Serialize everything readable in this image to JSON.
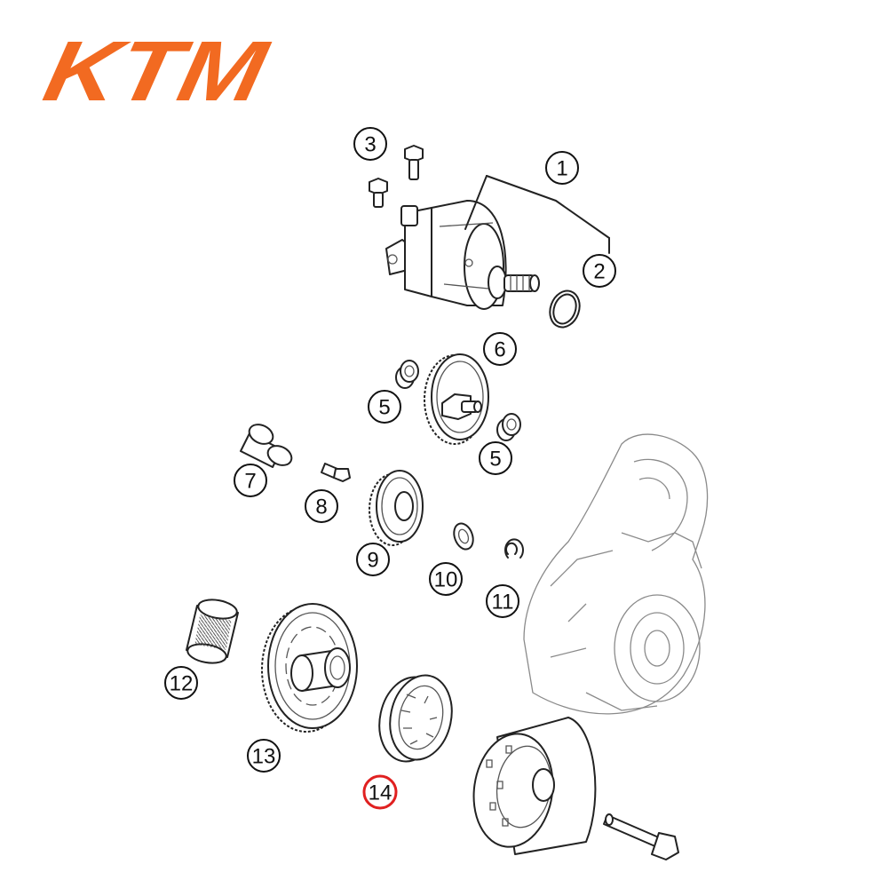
{
  "brand": {
    "logo_text": "KTM",
    "logo_color": "#F26A21"
  },
  "highlight_color": "#E02020",
  "callouts": [
    {
      "id": "1",
      "label": "1",
      "highlighted": false
    },
    {
      "id": "2",
      "label": "2",
      "highlighted": false
    },
    {
      "id": "3",
      "label": "3",
      "highlighted": false
    },
    {
      "id": "5a",
      "label": "5",
      "highlighted": false
    },
    {
      "id": "5b",
      "label": "5",
      "highlighted": false
    },
    {
      "id": "6",
      "label": "6",
      "highlighted": false
    },
    {
      "id": "7",
      "label": "7",
      "highlighted": false
    },
    {
      "id": "8",
      "label": "8",
      "highlighted": false
    },
    {
      "id": "9",
      "label": "9",
      "highlighted": false
    },
    {
      "id": "10",
      "label": "10",
      "highlighted": false
    },
    {
      "id": "11",
      "label": "11",
      "highlighted": false
    },
    {
      "id": "12",
      "label": "12",
      "highlighted": false
    },
    {
      "id": "13",
      "label": "13",
      "highlighted": false
    },
    {
      "id": "14",
      "label": "14",
      "highlighted": true
    }
  ]
}
